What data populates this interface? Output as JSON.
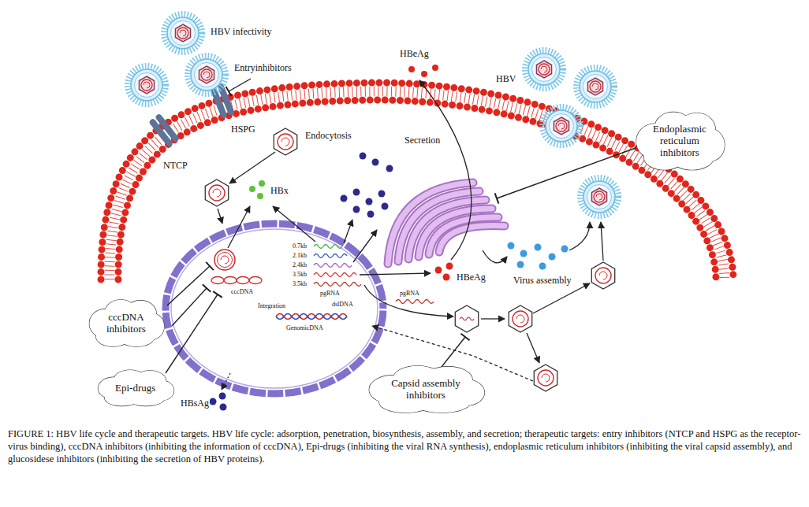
{
  "diagram": {
    "caption": "FIGURE 1: HBV life cycle and therapeutic targets. HBV life cycle: adsorption, penetration, biosynthesis, assembly, and secretion; therapeutic targets: entry inhibitors (NTCP and HSPG as the receptor-virus binding), cccDNA inhibitors (inhibiting the information of cccDNA), Epi-drugs (inhibiting the viral RNA synthesis), endoplasmic reticulum inhibitors (inhibiting the viral capsid assembly), and glucosidese inhibitors (inhibiting the secretion of HBV proteins).",
    "nodes": [
      {
        "text": [
          "Endoplasmic reticulum inhibitors"
        ]
      },
      {
        "text": [
          "cccDNA inhibitors"
        ]
      },
      {
        "text": [
          "Epi-drugs"
        ]
      },
      {
        "text": [
          "Capsid assembly inhibitors"
        ]
      }
    ],
    "labels": [
      "HBV infectivity",
      "Entryinhibitors",
      "HBeAg",
      "HBV",
      "HSPG",
      "NTCP",
      "Endocytosis",
      "Secretion",
      "HBx",
      "0.7kb",
      "2.1kb",
      "2.4kb",
      "3.5kb",
      "3.5kb",
      "pgRNA",
      "HBeAg",
      "Virus assembly",
      "cccDNA",
      "Integration",
      "dslDNA",
      "GenomicDNA",
      "pgRNA",
      "HBsAg"
    ]
  }
}
